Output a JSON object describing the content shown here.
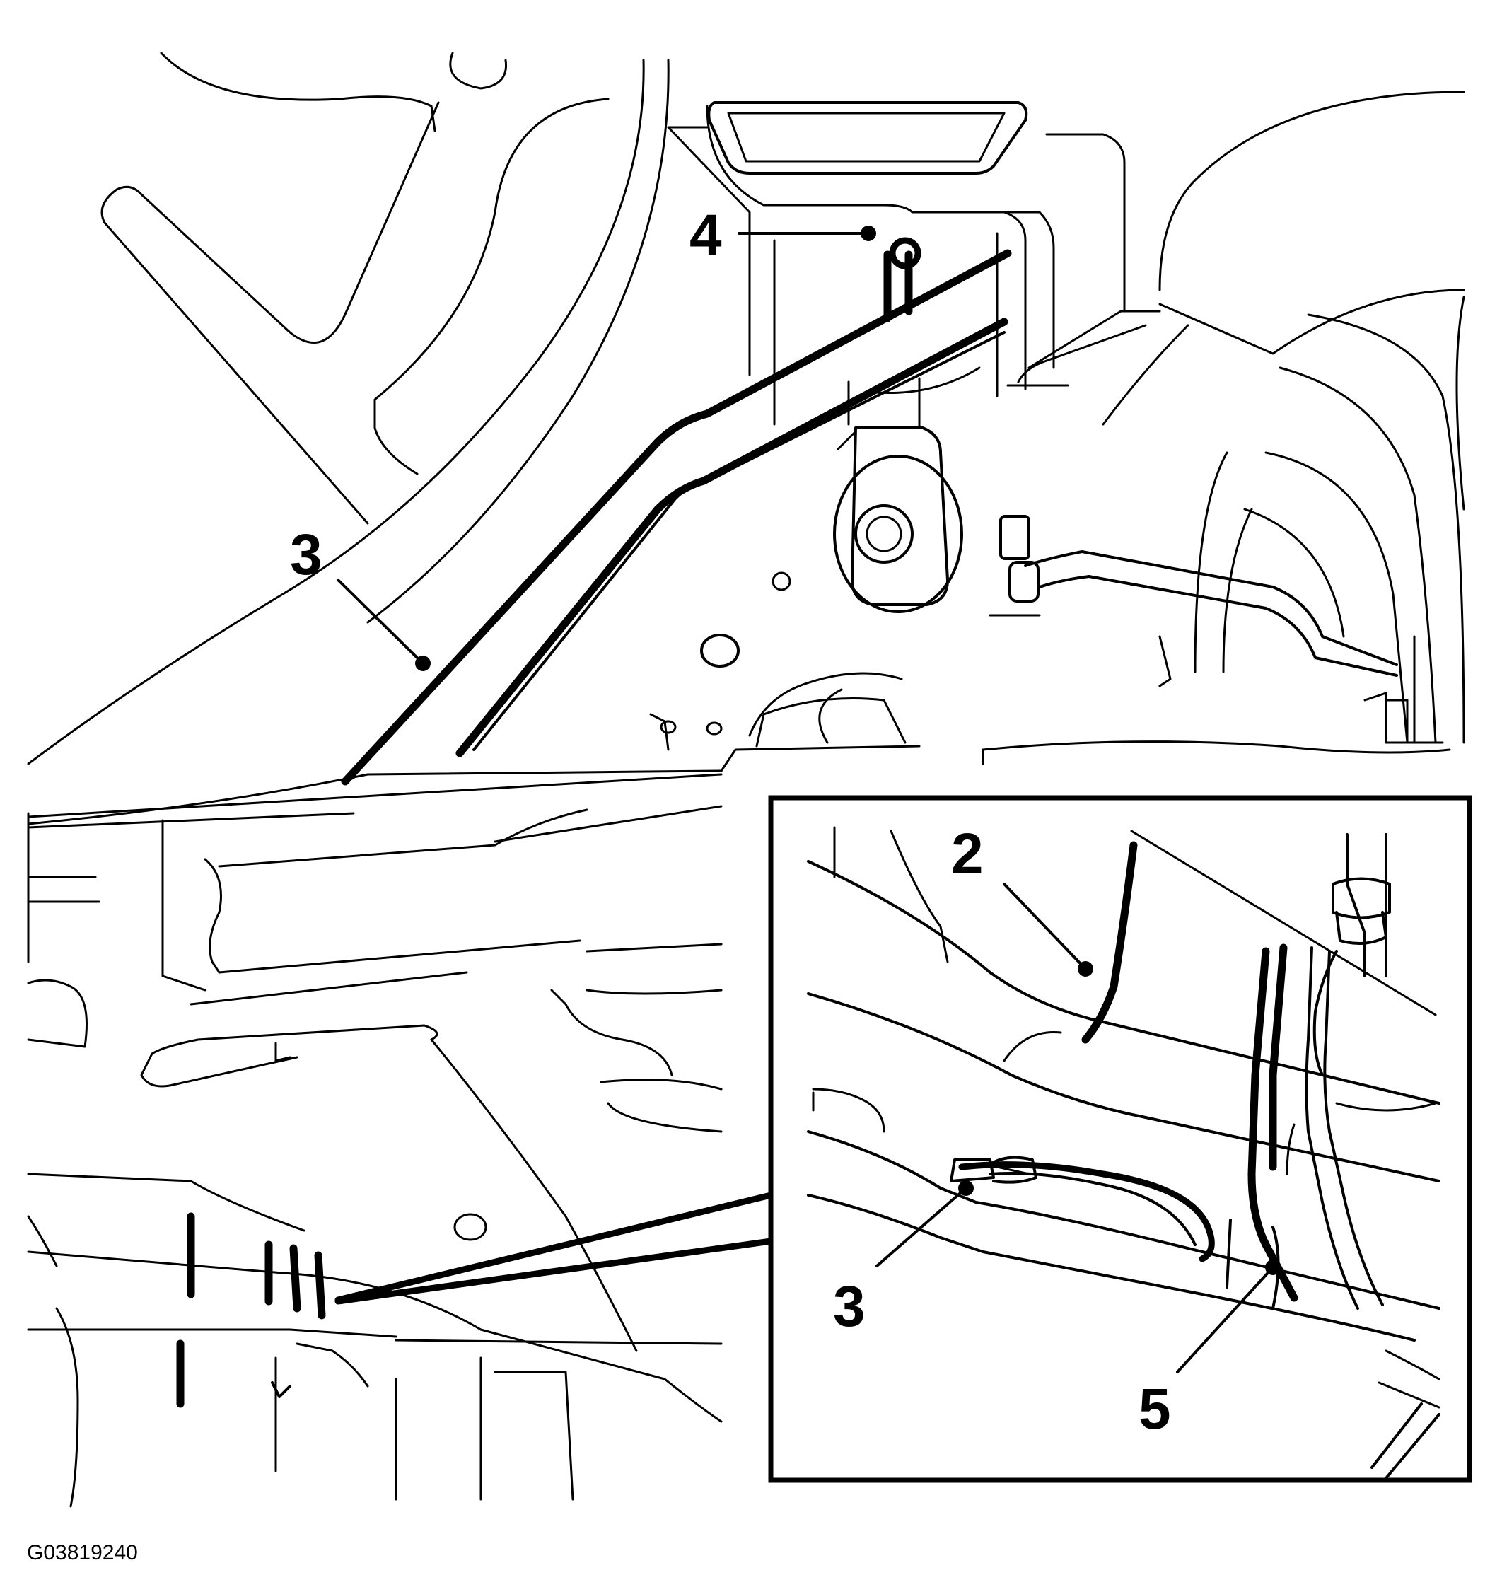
{
  "figure_id": "G03819240",
  "callouts": {
    "main_3": "3",
    "main_4": "4",
    "inset_2": "2",
    "inset_3": "3",
    "inset_5": "5"
  }
}
